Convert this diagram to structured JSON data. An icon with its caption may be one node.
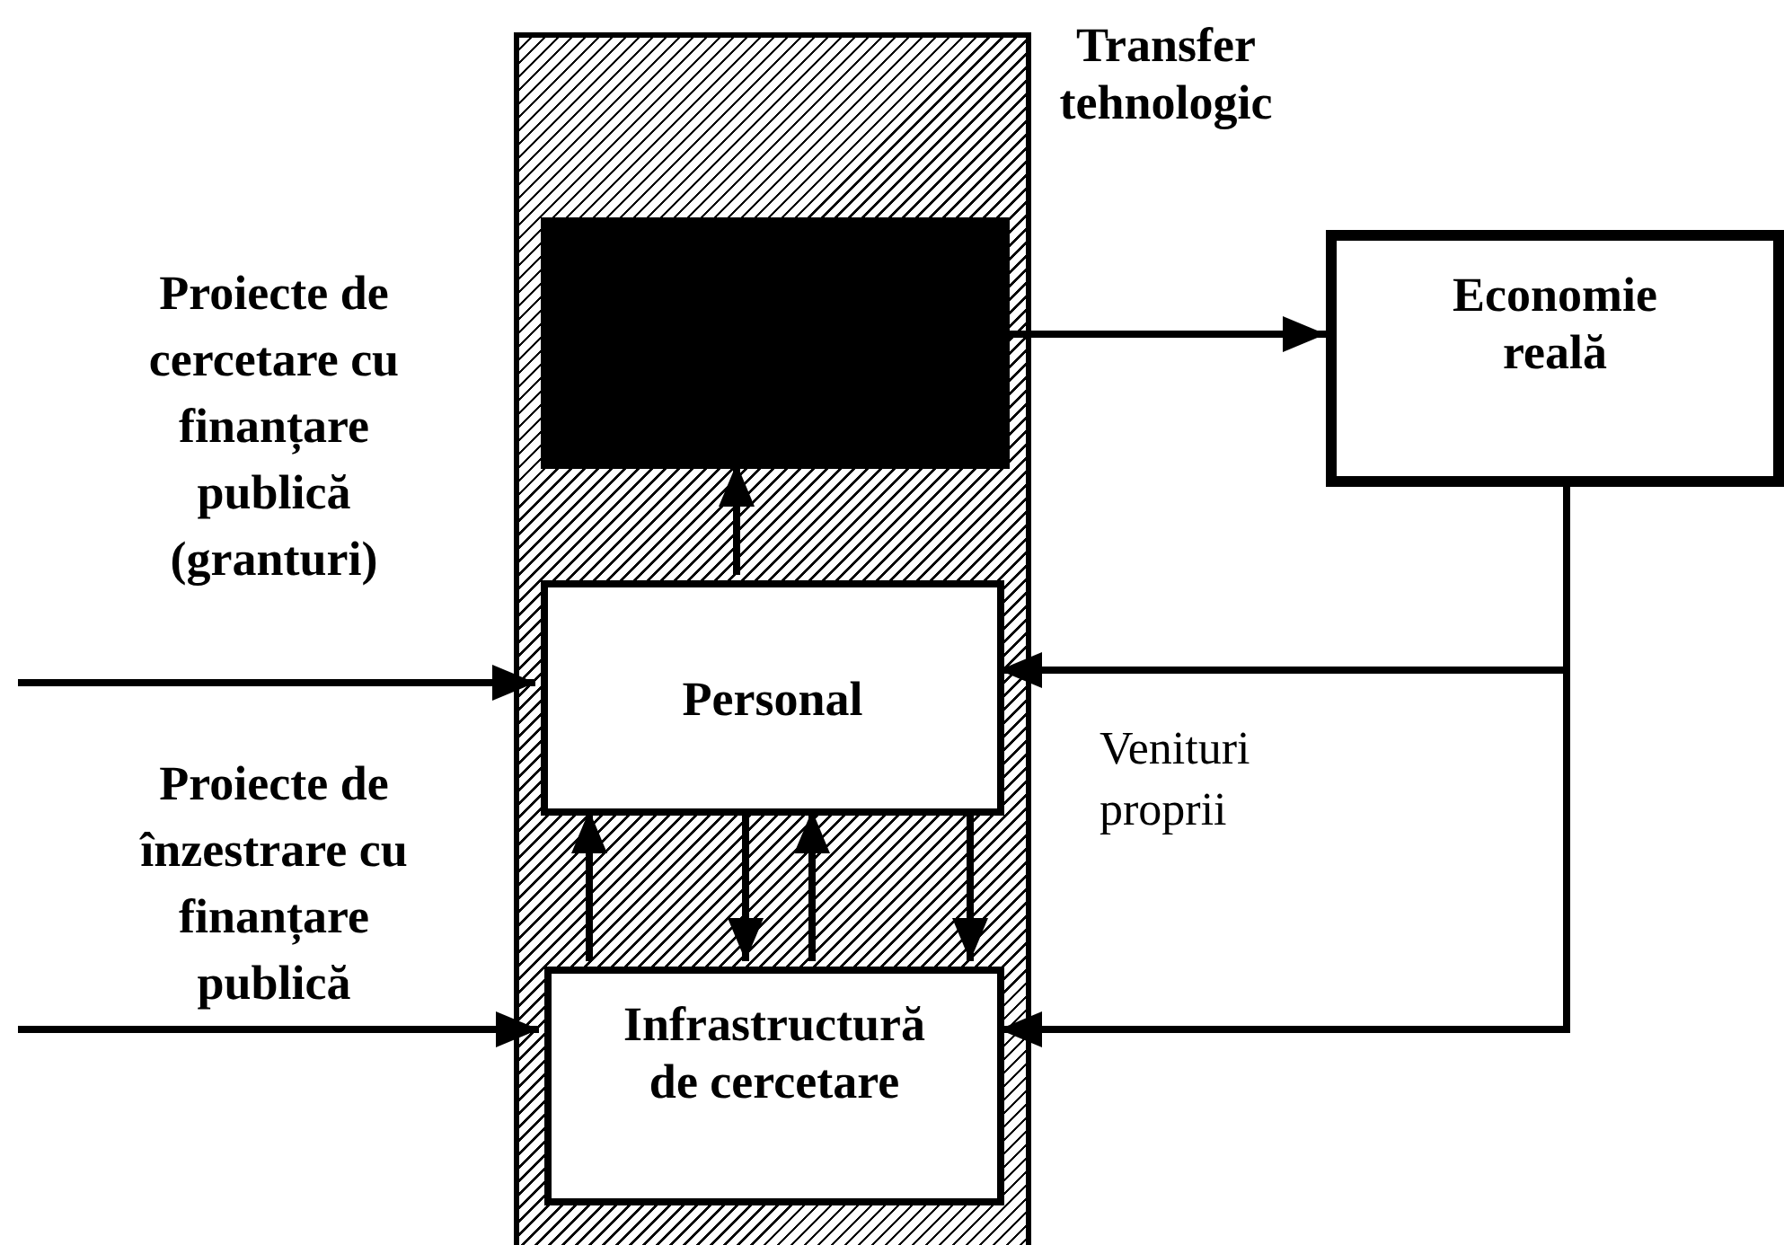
{
  "diagram": {
    "nodes": [
      {
        "text": [
          "Transfer tehnologic"
        ]
      },
      {
        "text": [],
        "shape": "box",
        "in": 0
      },
      {
        "text": [
          "Personal"
        ],
        "in": 0
      },
      {
        "text": [
          "Infrastructură de cercetare"
        ],
        "in": 0
      },
      {
        "text": [
          "Economie reală"
        ]
      }
    ],
    "edges": [
      {
        "from": 1,
        "to": 4,
        "arrow": "to"
      },
      {
        "from": 2,
        "to": 1,
        "arrow": "to"
      },
      {
        "from": null,
        "to": 2,
        "arrow": "to"
      },
      {
        "from": null,
        "to": 3,
        "arrow": "to"
      },
      {
        "from": 4,
        "to": 2,
        "arrow": "to"
      },
      {
        "from": 4,
        "to": 3,
        "arrow": "to"
      },
      {
        "from": 3,
        "to": 2,
        "arrow": "to"
      },
      {
        "from": 2,
        "to": 3,
        "arrow": "to"
      },
      {
        "from": 3,
        "to": 2,
        "arrow": "to"
      },
      {
        "from": 2,
        "to": 3,
        "arrow": "to"
      }
    ],
    "labels": [
      "Proiecte de cercetare cu finanțare publică (granturi)",
      "Proiecte de înzestrare cu finanțare publică",
      "Venituri proprii"
    ]
  }
}
